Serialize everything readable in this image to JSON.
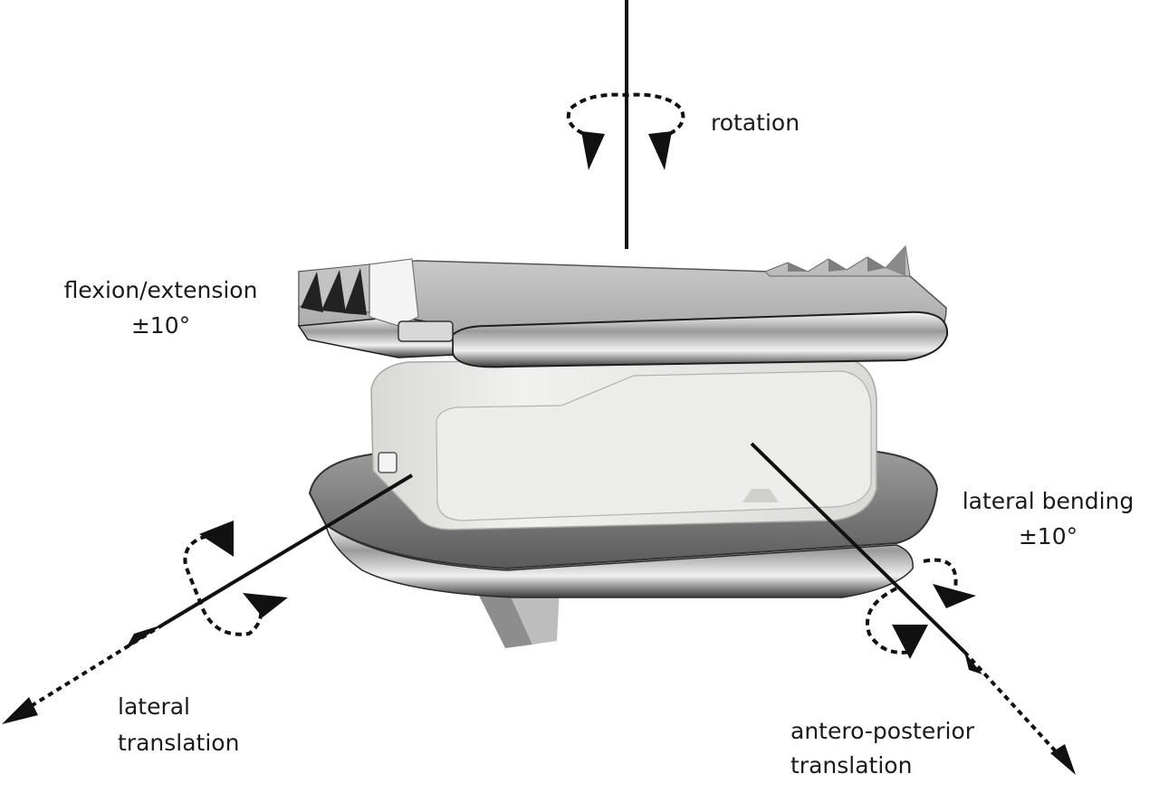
{
  "labels": {
    "rotation": "rotation",
    "flexion": "flexion/extension",
    "flexion_range": "±10°",
    "lateral_bending": "lateral bending",
    "lateral_bending_range": "±10°",
    "lateral_translation_1": "lateral",
    "lateral_translation_2": "translation",
    "ap_translation_1": "antero-posterior",
    "ap_translation_2": "translation"
  },
  "colors": {
    "axis": "#111111",
    "metal_top": "#b6b6b6",
    "core": "#e6e6e3",
    "endplate": "#7c7c7c"
  }
}
